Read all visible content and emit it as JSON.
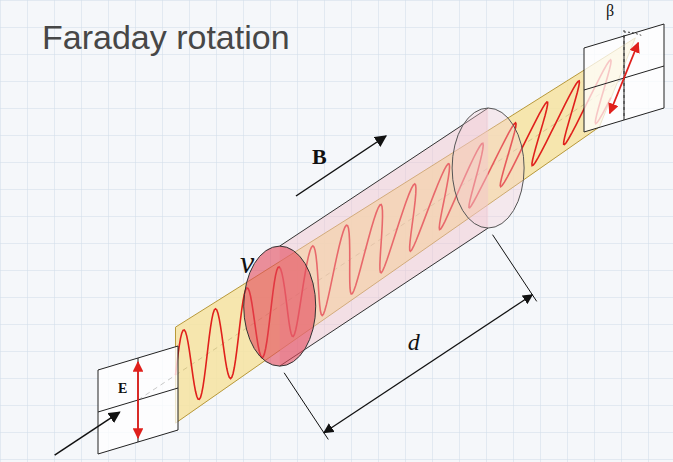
{
  "diagram": {
    "title": "Faraday rotation",
    "labels": [
      "B",
      "ν",
      "E",
      "d",
      "β"
    ]
  }
}
